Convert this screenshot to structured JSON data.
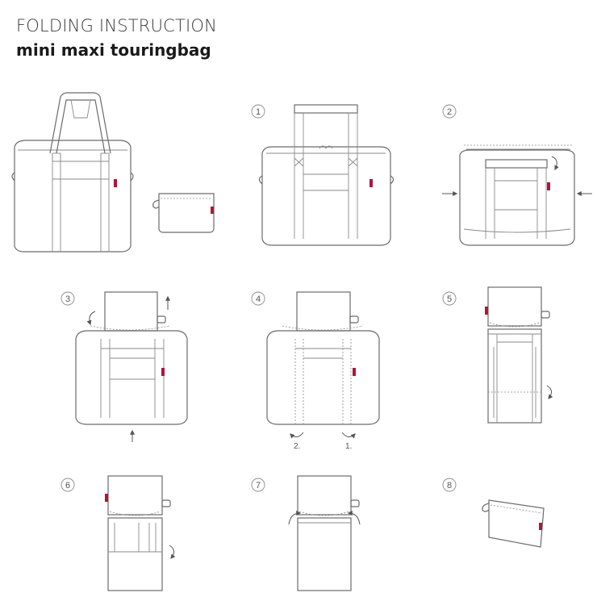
{
  "header": {
    "title": "FOLDING INSTRUCTION",
    "subtitle": "mini maxi touringbag"
  },
  "steps": [
    {
      "number": "1"
    },
    {
      "number": "2"
    },
    {
      "number": "3"
    },
    {
      "number": "4",
      "fold_labels": [
        "2.",
        "1."
      ]
    },
    {
      "number": "5"
    },
    {
      "number": "6"
    },
    {
      "number": "7"
    },
    {
      "number": "8"
    }
  ],
  "colors": {
    "line": "#6b6b6b",
    "tag": "#b5123a",
    "background": "#ffffff"
  }
}
